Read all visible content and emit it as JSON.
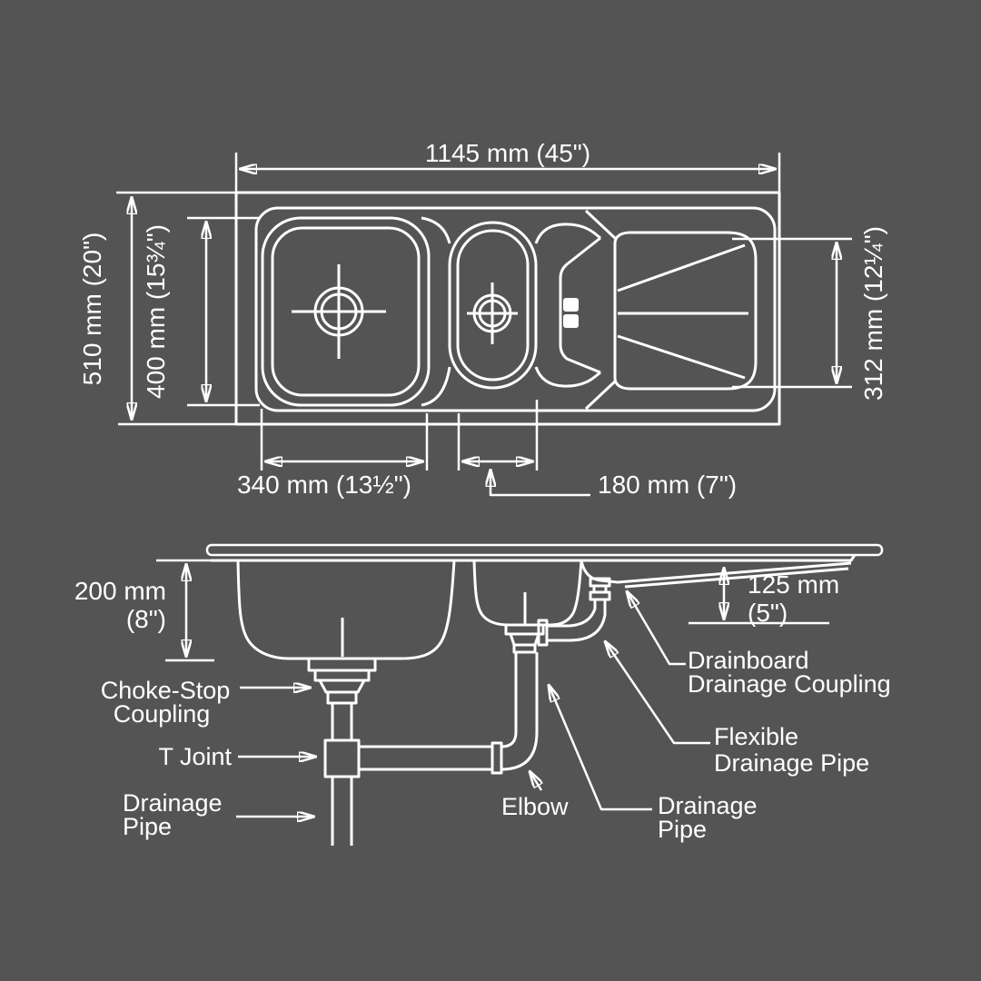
{
  "colors": {
    "background": "#545454",
    "line": "#ffffff"
  },
  "top_view": {
    "overall_width": "1145 mm (45\")",
    "overall_depth": "510 mm (20\")",
    "bowl_depth": "400 mm (15¾\")",
    "drainboard_width": "312 mm (12¼\")",
    "main_bowl_width": "340 mm (13½\")",
    "half_bowl_width": "180 mm (7\")"
  },
  "side_view": {
    "bowl_height": [
      "200 mm",
      "(8\")"
    ],
    "drainboard_height": [
      "125 mm",
      "(5\")"
    ],
    "labels": {
      "choke_stop": [
        "Choke-Stop",
        "Coupling"
      ],
      "t_joint": [
        "T Joint"
      ],
      "drainage_pipe_left": [
        "Drainage",
        "Pipe"
      ],
      "elbow": [
        "Elbow"
      ],
      "drainboard_coupling": [
        "Drainboard",
        "Drainage Coupling"
      ],
      "flexible_pipe": [
        "Flexible",
        "Drainage Pipe"
      ],
      "drainage_pipe_right": [
        "Drainage",
        "Pipe"
      ]
    }
  }
}
